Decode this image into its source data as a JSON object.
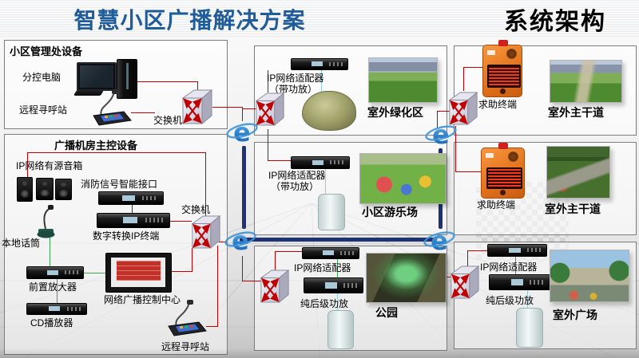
{
  "title": "智慧小区广播解决方案",
  "subtitle": "系统架构",
  "management": {
    "title": "小区管理处设备",
    "computer": "分控电脑",
    "paging": "远程寻呼站",
    "switch": "交换机"
  },
  "control_room": {
    "title": "广播机房主控设备",
    "speakers": "IP网络有源音箱",
    "fire": "消防信号智能接口",
    "digital": "数字转换IP终端",
    "switch": "交换机",
    "mic": "本地话筒",
    "preamp": "前置放大器",
    "center": "网络广播控制中心",
    "cd": "CD播放器",
    "paging": "远程寻呼站"
  },
  "green_zone": {
    "adapter": "IP网络适配器",
    "note": "（带功放）",
    "caption": "室外绿化区"
  },
  "playground": {
    "adapter": "IP网络适配器",
    "note": "（带功放）",
    "caption": "小区游乐场"
  },
  "park": {
    "adapter": "IP网络适配器",
    "amp": "纯后级功放",
    "caption": "公园"
  },
  "road_top": {
    "terminal": "求助终端",
    "caption": "室外主干道"
  },
  "road_mid": {
    "terminal": "求助终端",
    "caption": "室外主干道"
  },
  "plaza": {
    "adapter": "IP网络适配器",
    "amp": "纯后级功放",
    "caption": "室外广场"
  },
  "colors": {
    "title_blue": "#1F5C99",
    "line_red": "#C00000",
    "line_green": "#3AA655",
    "line_cyan": "#8FD0E0",
    "bus_navy": "#1F3373",
    "terminal_orange": "#E8761E"
  }
}
